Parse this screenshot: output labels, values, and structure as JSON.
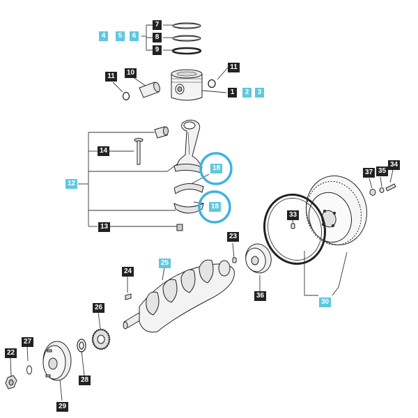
{
  "colors": {
    "dark_label": "#222222",
    "cyan_label": "#5ec8dd",
    "highlight_ring": "#3fb3dd",
    "line": "#333333"
  },
  "callouts": {
    "l7": "7",
    "l8": "8",
    "l9": "9",
    "l4": "4",
    "l5": "5",
    "l6": "6",
    "l10": "10",
    "l11a": "11",
    "l11b": "11",
    "l1": "1",
    "l2": "2",
    "l3": "3",
    "l14": "14",
    "l12": "12",
    "l13": "13",
    "l18a": "18",
    "l18b": "18",
    "l37": "37",
    "l35": "35",
    "l34": "34",
    "l33": "33",
    "l23": "23",
    "l25": "25",
    "l24": "24",
    "l36": "36",
    "l30": "30",
    "l26": "26",
    "l27": "27",
    "l22": "22",
    "l28": "28",
    "l29": "29"
  }
}
